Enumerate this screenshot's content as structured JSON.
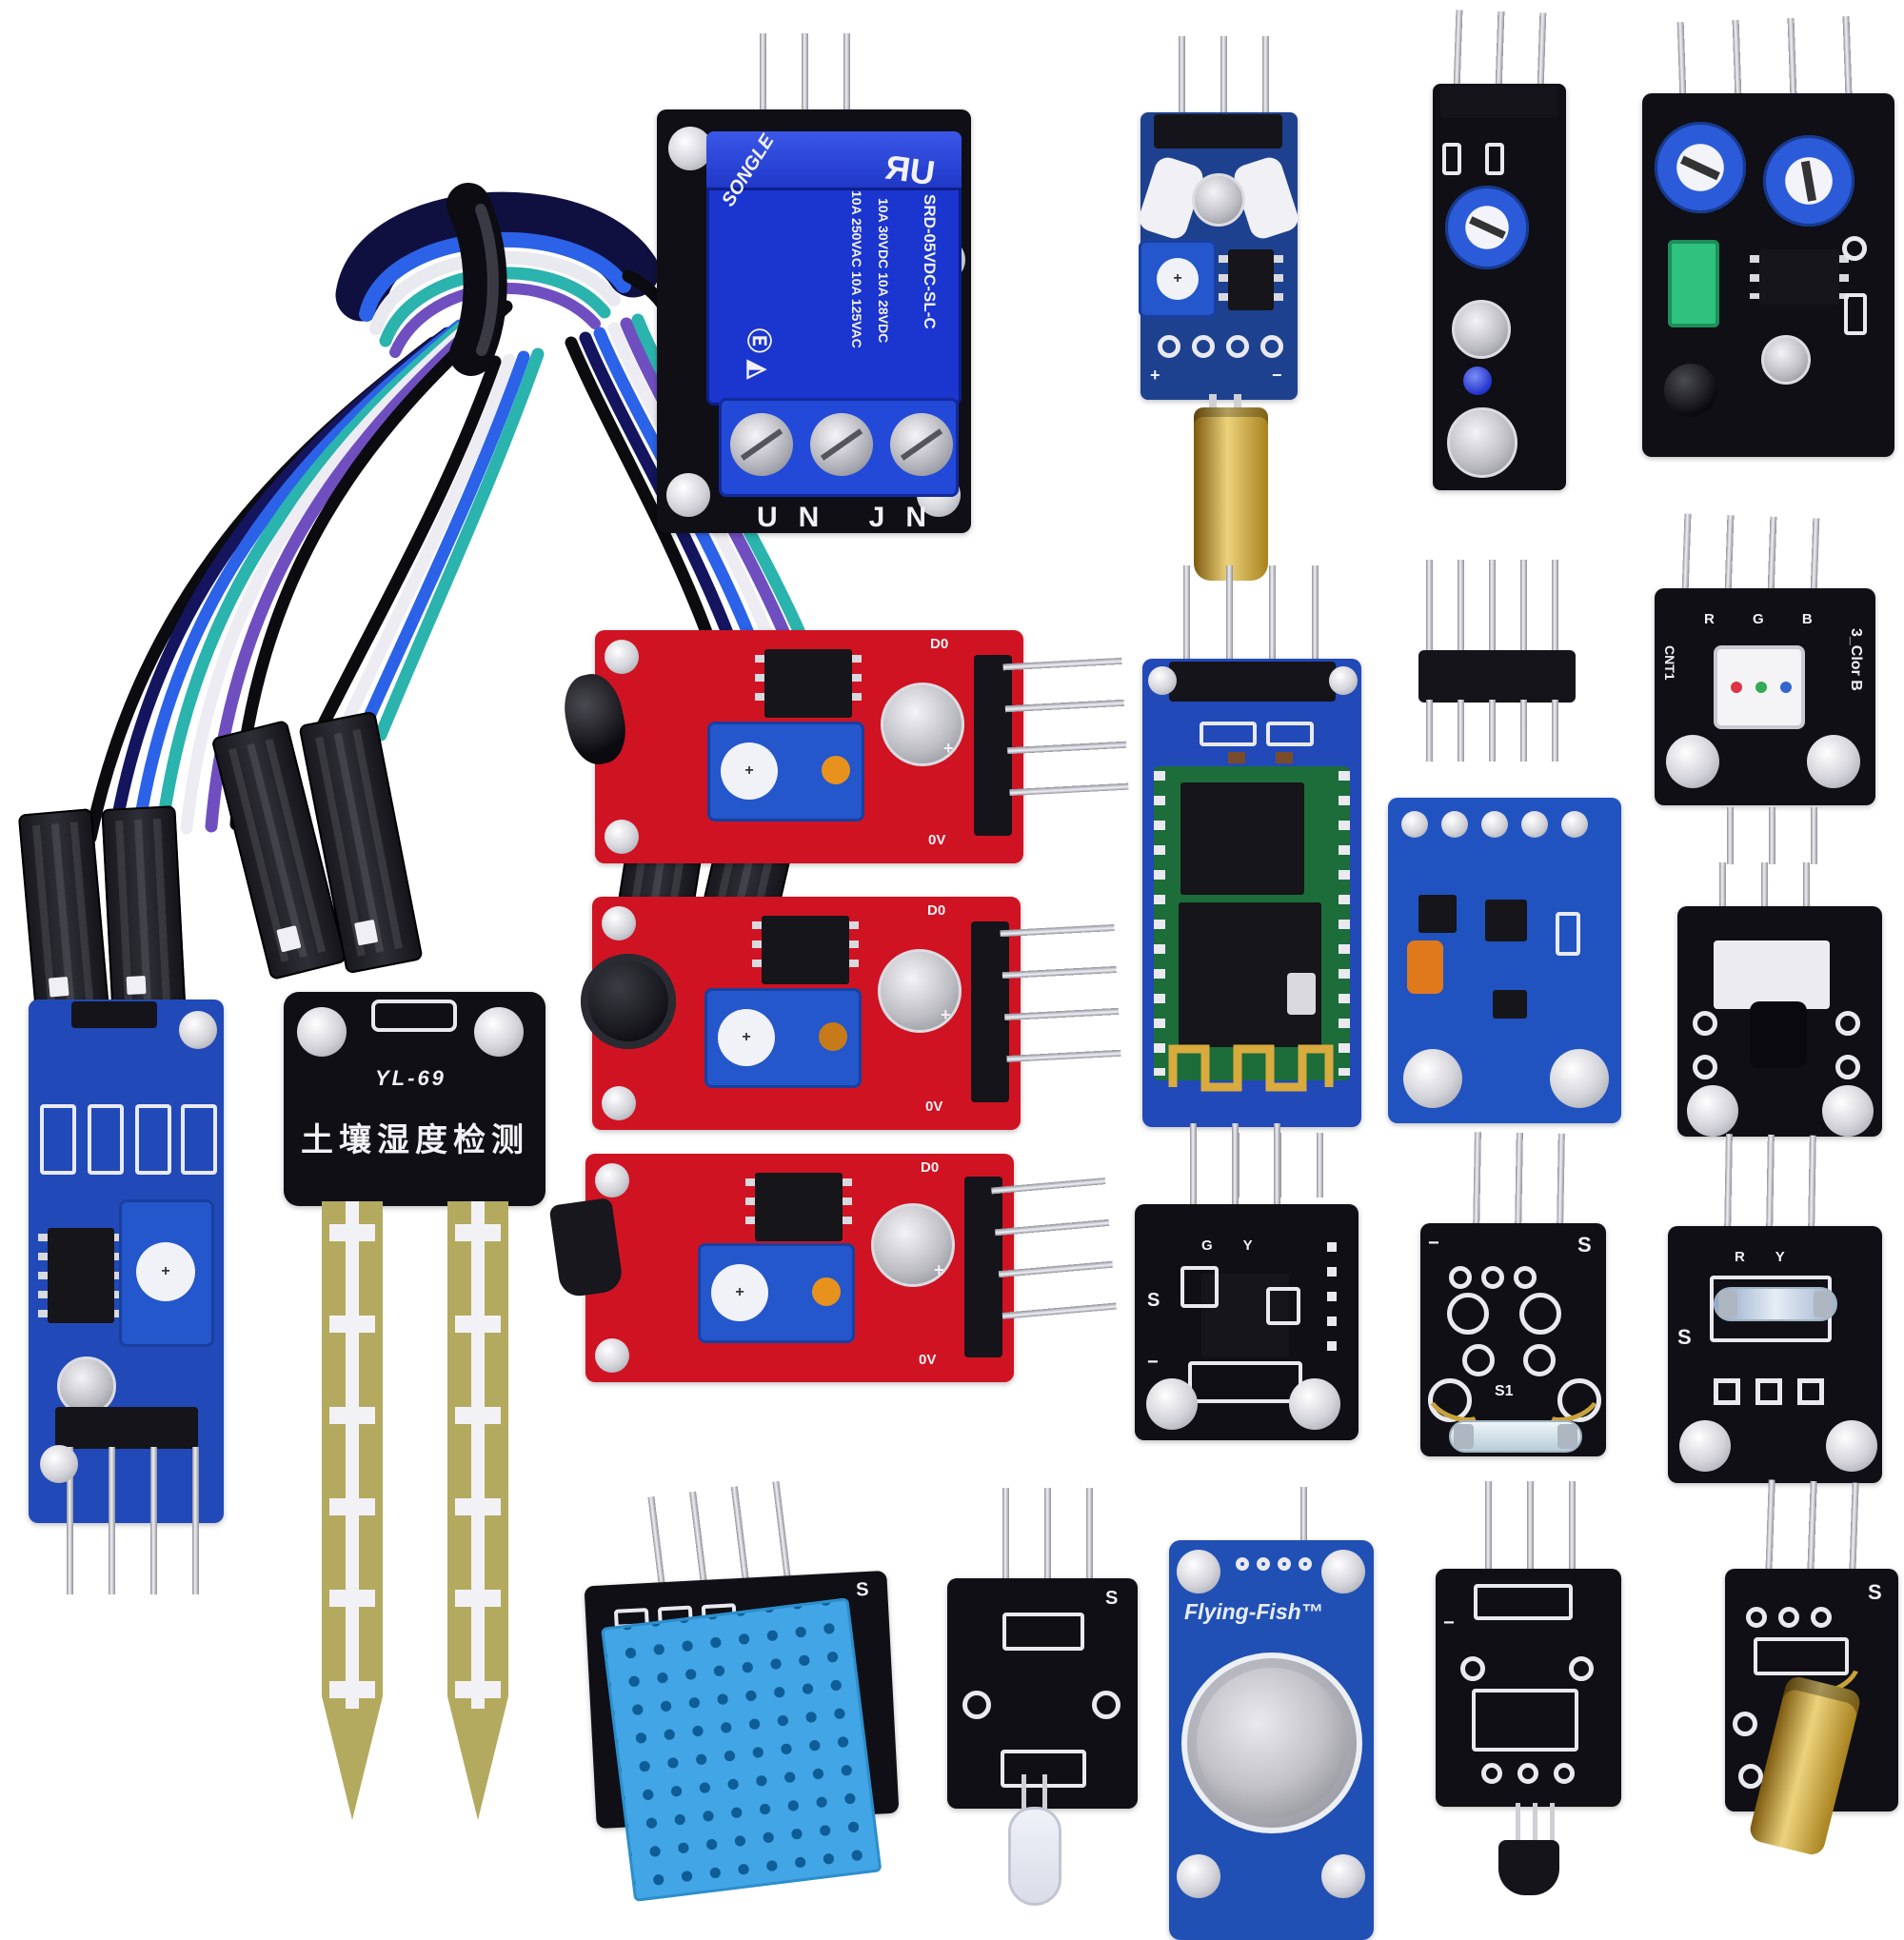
{
  "t": {
    "songle": "SONGLE",
    "ul": "ЯU",
    "logos": "Ⓔ ◭",
    "rating1": "10A 250VAC 10A 125VAC",
    "rating2": "10A 30VDC 10A 28VDC",
    "relay_model": "SRD-05VDC-SL-C",
    "relay_terms": "UN JN",
    "soil_cn": "土壤湿度检测",
    "soil_model": "YL-69",
    "mq_brand": "Flying-Fish™",
    "rgb_left": "CNT1",
    "rgb_right": "3_Clor B",
    "rgb_pins": "R G B",
    "s": "S",
    "s1": "S1",
    "minus": "−",
    "plus": "+",
    "gy": "G Y",
    "ry": "R Y",
    "d0": "D0",
    "ov": "0V"
  },
  "colors": {
    "background": "#ffffff",
    "pcb_black": "#0f0f15",
    "pcb_red": "#cf1322",
    "pcb_blue": "#2149b8",
    "pcb_dark_blue": "#1e418f",
    "pcb_green": "#1c6d39",
    "relay_blue": "#1b35cf",
    "terminal_blue": "#2349d8",
    "dht_light_blue": "#42a5e5",
    "fork_olive": "#b3aa5f",
    "gold": "#c9a23a",
    "silver": "#c9c9d0",
    "trimpot_blue": "#2456cc",
    "orange_cap": "#e0791c",
    "jumper_green": "#2ec27e",
    "wire_black": "#0b0b10",
    "wire_navy": "#14155e",
    "wire_blue": "#2b62e8",
    "wire_teal": "#2bb3ae",
    "wire_white": "#ececf2",
    "wire_purple": "#6f4fc0"
  }
}
